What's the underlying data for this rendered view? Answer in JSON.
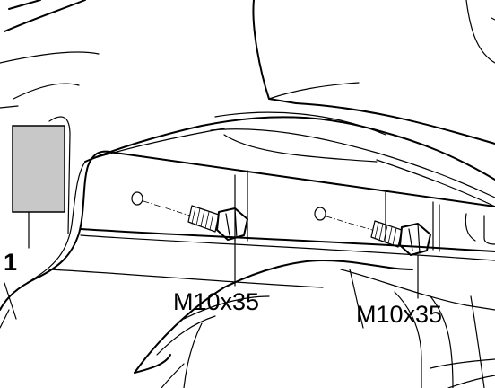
{
  "callouts": {
    "part_number": "1",
    "bolt_left": "M10x35",
    "bolt_right": "M10x35"
  },
  "colors": {
    "line": "#000000",
    "panel_fill": "#c8c8c8",
    "background": "#ffffff"
  }
}
